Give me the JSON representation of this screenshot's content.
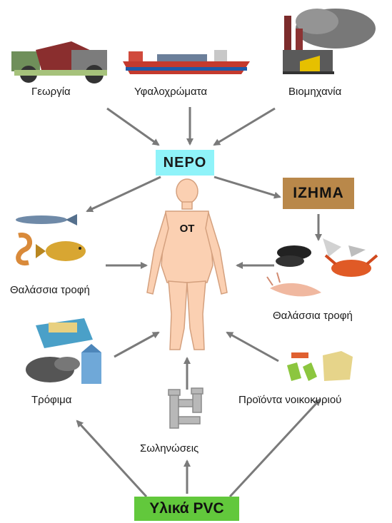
{
  "sources": {
    "agriculture": "Γεωργία",
    "shipping": "Υφαλοχρώματα",
    "industry": "Βιομηχανία"
  },
  "hub_water": "ΝΕΡΟ",
  "sediment": "ΙΖΗΜΑ",
  "body_label": "ΟΤ",
  "seafood_left": "Θαλάσσια τροφή",
  "seafood_right": "Θαλάσσια τροφή",
  "food": "Τρόφιμα",
  "household": "Προϊόντα νοικοκυριού",
  "pipes": "Σωληνώσεις",
  "pvc": "Υλικά PVC",
  "colors": {
    "water_box": "#8ff3f9",
    "sediment_box": "#b9884a",
    "pvc_box": "#62c83c",
    "human": "#fbd0b2",
    "arrow": "#7a7a7a"
  }
}
